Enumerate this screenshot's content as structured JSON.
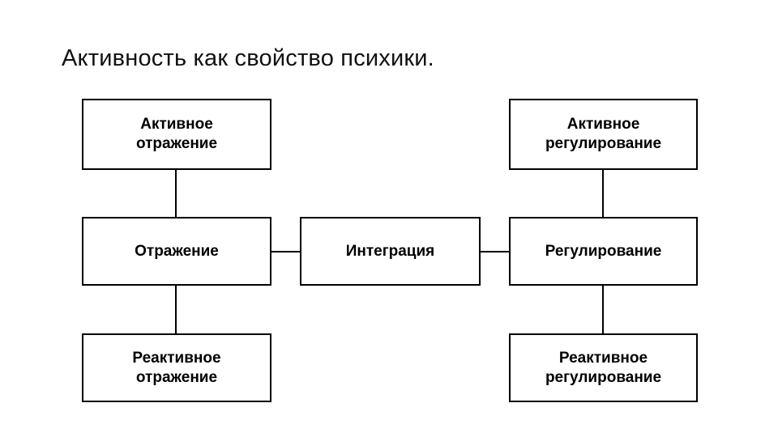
{
  "slide": {
    "title": "Активность как свойство психики.",
    "background_color": "#ffffff",
    "text_color": "#000000",
    "border_color": "#000000"
  },
  "diagram": {
    "type": "block-diagram",
    "nodes": [
      {
        "id": "active-reflection",
        "label": "Активное\nотражение",
        "column": "left",
        "row": "top"
      },
      {
        "id": "reflection",
        "label": "Отражение",
        "column": "left",
        "row": "middle"
      },
      {
        "id": "reactive-reflection",
        "label": "Реактивное\nотражение",
        "column": "left",
        "row": "bottom"
      },
      {
        "id": "integration",
        "label": "Интеграция",
        "column": "center",
        "row": "middle"
      },
      {
        "id": "active-regulation",
        "label": "Активное\nрегулирование",
        "column": "right",
        "row": "top"
      },
      {
        "id": "regulation",
        "label": "Регулирование",
        "column": "right",
        "row": "middle"
      },
      {
        "id": "reactive-regulation",
        "label": "Реактивное\nрегулирование",
        "column": "right",
        "row": "bottom"
      }
    ],
    "connectors": [
      {
        "id": "active-reflection-to-reflection",
        "from": "active-reflection",
        "to": "reflection",
        "orientation": "vertical"
      },
      {
        "id": "reflection-to-reactive-reflection",
        "from": "reflection",
        "to": "reactive-reflection",
        "orientation": "vertical"
      },
      {
        "id": "reflection-to-integration",
        "from": "reflection",
        "to": "integration",
        "orientation": "horizontal"
      },
      {
        "id": "integration-to-regulation",
        "from": "integration",
        "to": "regulation",
        "orientation": "horizontal"
      },
      {
        "id": "active-regulation-to-regulation",
        "from": "active-regulation",
        "to": "regulation",
        "orientation": "vertical"
      },
      {
        "id": "regulation-to-reactive-regulation",
        "from": "regulation",
        "to": "reactive-regulation",
        "orientation": "vertical"
      }
    ]
  }
}
